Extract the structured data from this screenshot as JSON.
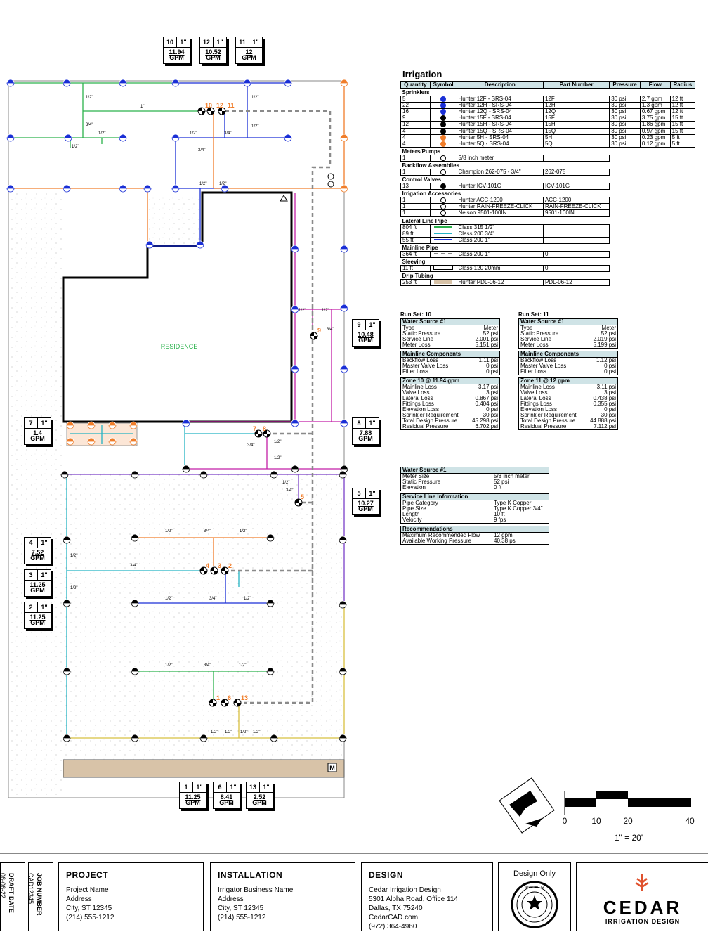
{
  "zone_tags": [
    {
      "id": "tag-10",
      "zone": "10",
      "size": "1\"",
      "flow": "11.94",
      "unit": "GPM"
    },
    {
      "id": "tag-12",
      "zone": "12",
      "size": "1\"",
      "flow": "10.52",
      "unit": "GPM"
    },
    {
      "id": "tag-11",
      "zone": "11",
      "size": "1\"",
      "flow": "12",
      "unit": "GPM"
    },
    {
      "id": "tag-9",
      "zone": "9",
      "size": "1\"",
      "flow": "10.48",
      "unit": "GPM"
    },
    {
      "id": "tag-7",
      "zone": "7",
      "size": "1\"",
      "flow": "1.4",
      "unit": "GPM"
    },
    {
      "id": "tag-8",
      "zone": "8",
      "size": "1\"",
      "flow": "7.88",
      "unit": "GPM"
    },
    {
      "id": "tag-5",
      "zone": "5",
      "size": "1\"",
      "flow": "10.27",
      "unit": "GPM"
    },
    {
      "id": "tag-4",
      "zone": "4",
      "size": "1\"",
      "flow": "7.52",
      "unit": "GPM"
    },
    {
      "id": "tag-3",
      "zone": "3",
      "size": "1\"",
      "flow": "11.25",
      "unit": "GPM"
    },
    {
      "id": "tag-2",
      "zone": "2",
      "size": "1\"",
      "flow": "11.25",
      "unit": "GPM"
    },
    {
      "id": "tag-1",
      "zone": "1",
      "size": "1\"",
      "flow": "11.25",
      "unit": "GPM"
    },
    {
      "id": "tag-6",
      "zone": "6",
      "size": "1\"",
      "flow": "8.41",
      "unit": "GPM"
    },
    {
      "id": "tag-13",
      "zone": "13",
      "size": "1\"",
      "flow": "2.52",
      "unit": "GPM"
    }
  ],
  "plan": {
    "residence_label": "RESIDENCE",
    "valve_numbers": [
      "10",
      "12",
      "11",
      "9",
      "7",
      "8",
      "5",
      "4",
      "3",
      "2",
      "1",
      "6",
      "13"
    ],
    "pipe_labels": [
      "1/2\"",
      "3/4\"",
      "1\""
    ],
    "meter_label": "M"
  },
  "legend": {
    "title": "Irrigation",
    "headers": [
      "Quantity",
      "Symbol",
      "Description",
      "Part Number",
      "Pressure",
      "Flow",
      "Radius"
    ],
    "sections": [
      {
        "name": "Sprinklers",
        "rows": [
          {
            "qty": "5",
            "color": "#1a2fd6",
            "desc": "Hunter 12F - SRS-04",
            "part": "12F",
            "pressure": "30 psi",
            "flow": "2.7 gpm",
            "radius": "12 ft"
          },
          {
            "qty": "22",
            "color": "#1a2fd6",
            "desc": "Hunter 12H - SRS-04",
            "part": "12H",
            "pressure": "30 psi",
            "flow": "1.3 gpm",
            "radius": "12 ft"
          },
          {
            "qty": "16",
            "color": "#1a2fd6",
            "desc": "Hunter 12Q - SRS-04",
            "part": "12Q",
            "pressure": "30 psi",
            "flow": "0.67 gpm",
            "radius": "12 ft"
          },
          {
            "qty": "9",
            "color": "#000000",
            "desc": "Hunter 15F - SRS-04",
            "part": "15F",
            "pressure": "30 psi",
            "flow": "3.75 gpm",
            "radius": "15 ft"
          },
          {
            "qty": "12",
            "color": "#000000",
            "desc": "Hunter 15H - SRS-04",
            "part": "15H",
            "pressure": "30 psi",
            "flow": "1.86 gpm",
            "radius": "15 ft"
          },
          {
            "qty": "4",
            "color": "#000000",
            "desc": "Hunter 15Q - SRS-04",
            "part": "15Q",
            "pressure": "30 psi",
            "flow": "0.97 gpm",
            "radius": "15 ft"
          },
          {
            "qty": "4",
            "color": "#f07d2a",
            "desc": "Hunter 5H - SRS-04",
            "part": "5H",
            "pressure": "30 psi",
            "flow": "0.23 gpm",
            "radius": "5 ft"
          },
          {
            "qty": "4",
            "color": "#f07d2a",
            "desc": "Hunter 5Q - SRS-04",
            "part": "5Q",
            "pressure": "30 psi",
            "flow": "0.12 gpm",
            "radius": "5 ft"
          }
        ]
      },
      {
        "name": "Meters/Pumps",
        "rows": [
          {
            "qty": "1",
            "color": "",
            "desc": "5/8 inch meter",
            "part": ""
          }
        ]
      },
      {
        "name": "Backflow Assemblies",
        "rows": [
          {
            "qty": "1",
            "color": "",
            "desc": "Champion 262-075 - 3/4\"",
            "part": "262-075"
          }
        ]
      },
      {
        "name": "Control Valves",
        "rows": [
          {
            "qty": "13",
            "color": "#000000",
            "desc": "Hunter ICV-101G",
            "part": "ICV-101G"
          }
        ]
      },
      {
        "name": "Irrigation Accessories",
        "rows": [
          {
            "qty": "1",
            "color": "",
            "desc": "Hunter ACC-1200",
            "part": "ACC-1200"
          },
          {
            "qty": "1",
            "color": "",
            "desc": "Hunter RAIN-FREEZE-CLICK",
            "part": "RAIN-FREEZE-CLICK"
          },
          {
            "qty": "1",
            "color": "",
            "desc": "Nelson 9501-100IN",
            "part": "9501-100IN"
          }
        ]
      },
      {
        "name": "Lateral Line Pipe",
        "rows": [
          {
            "qty": "804 ft",
            "color": "#2bb24c",
            "desc": "Class 315 1/2\"",
            "part": ""
          },
          {
            "qty": "89 ft",
            "color": "#23b3c4",
            "desc": "Class 200 3/4\"",
            "part": ""
          },
          {
            "qty": "55 ft",
            "color": "#1a2fd6",
            "desc": "Class 200 1\"",
            "part": ""
          }
        ]
      },
      {
        "name": "Mainline Pipe",
        "rows": [
          {
            "qty": "364 ft",
            "color": "#888888",
            "desc": "Class 200 1\"",
            "part": "0"
          }
        ]
      },
      {
        "name": "Sleeving",
        "rows": [
          {
            "qty": "11 ft",
            "color": "",
            "desc": "Class 120 20mm",
            "part": "0"
          }
        ]
      },
      {
        "name": "Drip Tubing",
        "rows": [
          {
            "qty": "253 ft",
            "color": "#d8c3a8",
            "desc": "Hunter PDL-06-12",
            "part": "PDL-06-12"
          }
        ]
      }
    ]
  },
  "runsets": [
    {
      "title": "Run Set:  10",
      "water_source": {
        "header": "Water Source #1",
        "rows": [
          [
            "Type",
            "Meter"
          ],
          [
            "Static Pressure",
            "52 psi"
          ],
          [
            "Service Line",
            "2.001 psi"
          ],
          [
            "Meter Loss",
            "5.151 psi"
          ]
        ]
      },
      "mainline": {
        "header": "Mainline Components",
        "rows": [
          [
            "Backflow Loss",
            "1.11 psi"
          ],
          [
            "Master Valve Loss",
            "0 psi"
          ],
          [
            "Filter Loss",
            "0 psi"
          ]
        ]
      },
      "zone": {
        "header": "Zone 10 @ 11.94 gpm",
        "rows": [
          [
            "Mainline Loss",
            "3.17 psi"
          ],
          [
            "Valve Loss",
            "3 psi"
          ],
          [
            "Lateral Loss",
            "0.867 psi"
          ],
          [
            "Fittings Loss",
            "0.404 psi"
          ],
          [
            "Elevation Loss",
            "0 psi"
          ],
          [
            "Sprinkler Requirement",
            "30 psi"
          ],
          [
            "Total Design Pressure",
            "45.298 psi"
          ],
          [
            "Residual Pressure",
            "6.702 psi"
          ]
        ]
      }
    },
    {
      "title": "Run Set:  11",
      "water_source": {
        "header": "Water Source #1",
        "rows": [
          [
            "Type",
            "Meter"
          ],
          [
            "Static Pressure",
            "52 psi"
          ],
          [
            "Service Line",
            "2.019 psi"
          ],
          [
            "Meter Loss",
            "5.199 psi"
          ]
        ]
      },
      "mainline": {
        "header": "Mainline Components",
        "rows": [
          [
            "Backflow Loss",
            "1.12 psi"
          ],
          [
            "Master Valve Loss",
            "0 psi"
          ],
          [
            "Filter Loss",
            "0 psi"
          ]
        ]
      },
      "zone": {
        "header": "Zone 11 @ 12 gpm",
        "rows": [
          [
            "Mainline Loss",
            "3.11 psi"
          ],
          [
            "Valve Loss",
            "3 psi"
          ],
          [
            "Lateral Loss",
            "0.438 psi"
          ],
          [
            "Fittings Loss",
            "0.355 psi"
          ],
          [
            "Elevation Loss",
            "0 psi"
          ],
          [
            "Sprinkler Requirement",
            "30 psi"
          ],
          [
            "Total Design Pressure",
            "44.888 psi"
          ],
          [
            "Residual Pressure",
            "7.112 psi"
          ]
        ]
      }
    }
  ],
  "water_source": [
    {
      "header": "Water Source #1",
      "rows": [
        [
          "Meter Size",
          "5/8 inch meter"
        ],
        [
          "Static Pressure",
          "52 psi"
        ],
        [
          "Elevation",
          "0 ft"
        ]
      ]
    },
    {
      "header": "Service Line Information",
      "rows": [
        [
          "Pipe Category",
          "Type K Copper"
        ],
        [
          "Pipe Size",
          "Type K Copper 3/4\""
        ],
        [
          "Length",
          "10 ft"
        ],
        [
          "Velocity",
          "9 fps"
        ]
      ]
    },
    {
      "header": "Recommendations",
      "rows": [
        [
          "Maximum Recommended Flow",
          "12 gpm"
        ],
        [
          "Available Working Pressure",
          "40.38 psi"
        ]
      ]
    }
  ],
  "scale": {
    "ticks": [
      "0",
      "10",
      "20",
      "40"
    ],
    "label": "1\" = 20'"
  },
  "titleblock": {
    "draft_date_label": "DRAFT DATE",
    "draft_date": "06-06-22",
    "job_number_label": "JOB NUMBER",
    "job_number": "CAD12345",
    "project": {
      "title": "PROJECT",
      "lines": [
        "Project Name",
        "Address",
        "City, ST  12345",
        "(214) 555-1212"
      ]
    },
    "installation": {
      "title": "INSTALLATION",
      "lines": [
        "Irrigator Business Name",
        "Address",
        "City, ST 12345",
        "(214) 555-1212"
      ]
    },
    "design": {
      "title": "DESIGN",
      "lines": [
        "Cedar Irrigation Design",
        "5301 Alpha Road, Office 114",
        "Dallas, TX 75240",
        "CedarCAD.com",
        "(972) 364-4960"
      ]
    },
    "design_only": "Design Only",
    "seal_text": "IRRIGATOR",
    "logo_name": "CEDAR",
    "logo_sub": "IRRIGATION DESIGN"
  },
  "colors": {
    "green": "#2bb24c",
    "blue": "#1a2fd6",
    "orange": "#f07d2a",
    "teal": "#23b3c4",
    "magenta": "#c21fa6",
    "purple": "#7a3fc8",
    "yellow": "#d8c040",
    "mainline": "#8a8a8a",
    "header": "#cfe3e6",
    "logo": "#e0522e"
  }
}
